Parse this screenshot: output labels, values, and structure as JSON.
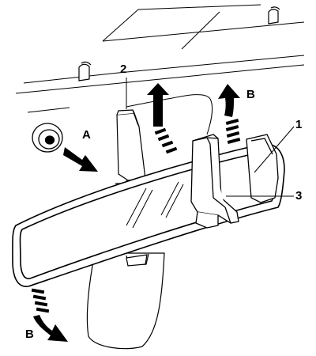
{
  "labels": {
    "callout_1": "1",
    "callout_2": "2",
    "callout_3": "3",
    "arrow_a": "A",
    "arrow_b_top": "B",
    "arrow_b_bottom": "B"
  },
  "colors": {
    "line": "#000000",
    "fill": "#ffffff"
  }
}
